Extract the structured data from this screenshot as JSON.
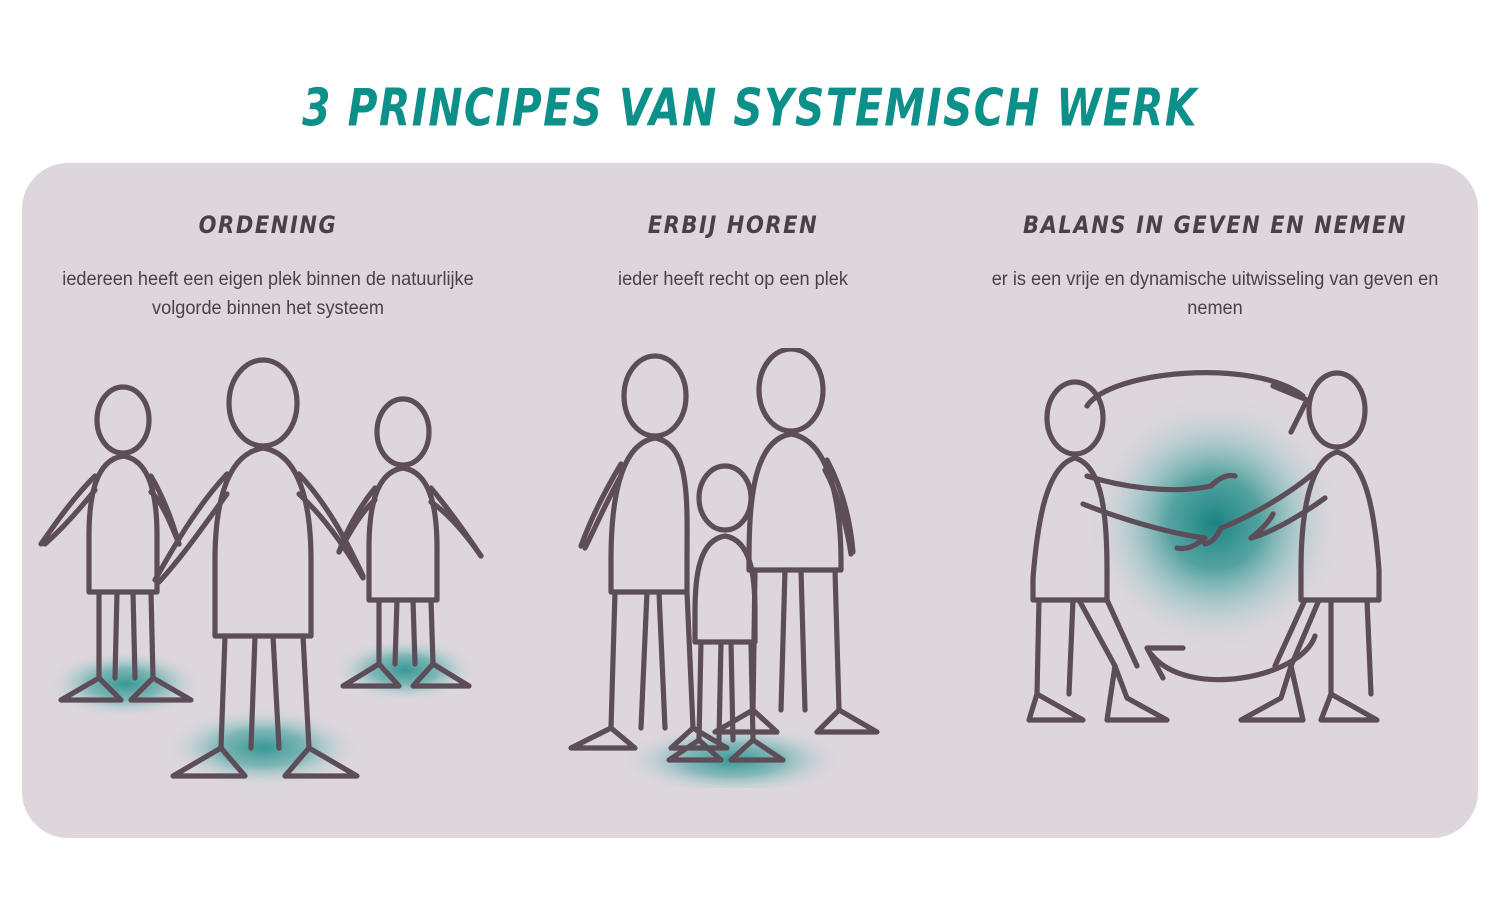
{
  "title": "3 PRINCIPES VAN SYSTEMISCH WERK",
  "colors": {
    "title": "#0d8f8a",
    "heading": "#4d3f4a",
    "body_text": "#4a4048",
    "card_background": "#ddd6dd",
    "page_background": "#ffffff",
    "figure_stroke": "#5c4d58",
    "glow_teal": "#1a8d88"
  },
  "columns": [
    {
      "heading": "ORDENING",
      "body": "iedereen heeft een eigen plek binnen de natuurlijke volgorde binnen het systeem",
      "illustration": "three-standing-figures-with-teal-glows"
    },
    {
      "heading": "ERBIJ HOREN",
      "body": "ieder heeft recht op een plek",
      "illustration": "two-adults-and-child-with-teal-glow"
    },
    {
      "heading": "BALANS IN GEVEN EN NEMEN",
      "body": "er is een vrije en dynamische uitwisseling van geven en nemen",
      "illustration": "two-figures-exchanging-with-circular-arrows"
    }
  ]
}
